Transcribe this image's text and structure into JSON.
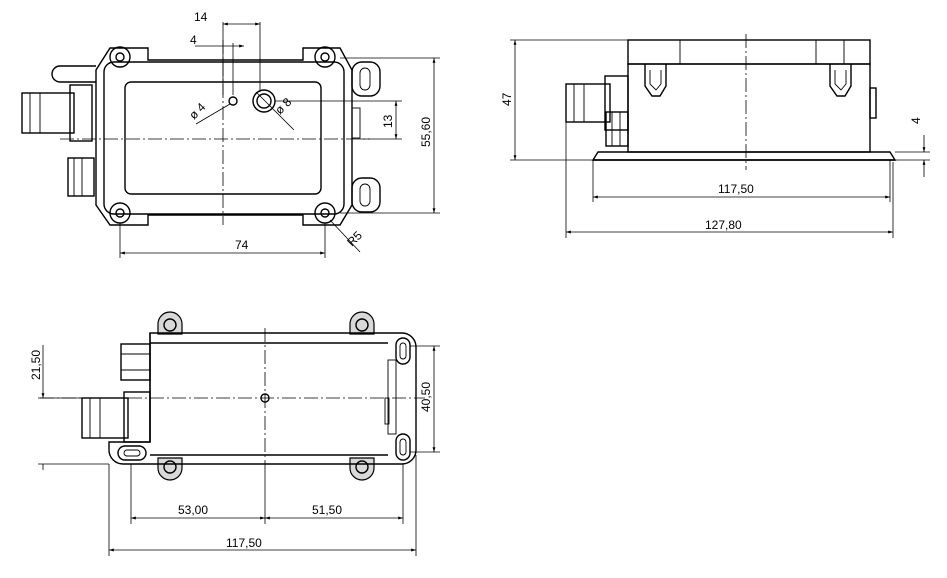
{
  "dimensions": {
    "top_offset_hole": "14",
    "top_offset_small": "4",
    "hole_small_dia": "ø 4",
    "hole_large_dia": "ø 8",
    "hole_vertical": "13",
    "height_total": "55,60",
    "mount_spacing": "74",
    "corner_radius": "R5",
    "side_height": "47",
    "flange_thickness": "4",
    "side_body_length": "117,50",
    "side_total_length": "127,80",
    "bottom_offset": "21,50",
    "bottom_slot_spacing": "40,50",
    "bottom_left_length": "53,00",
    "bottom_right_length": "51,50",
    "bottom_total_length": "117,50"
  },
  "colors": {
    "line": "#000000",
    "background": "#ffffff"
  }
}
